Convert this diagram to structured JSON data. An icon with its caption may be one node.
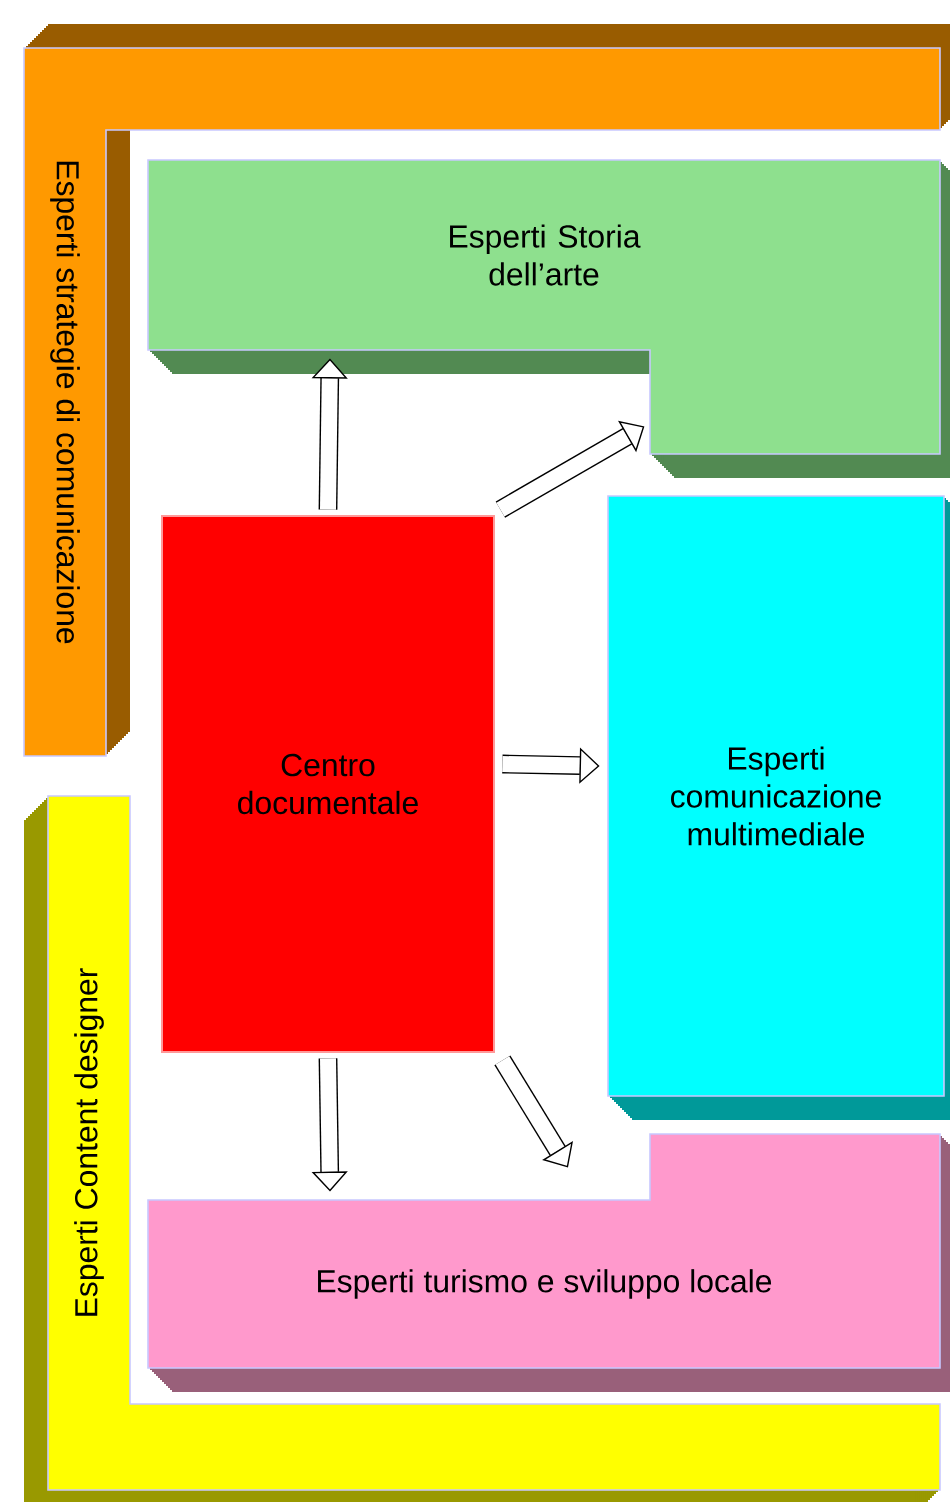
{
  "diagram": {
    "nodes": [
      {
        "text": [
          "Esperti strategie di comunicazione"
        ]
      },
      {
        "text": [
          "Esperti Storia dell’arte"
        ]
      },
      {
        "text": [
          "Centro documentale"
        ]
      },
      {
        "text": [
          "Esperti comunicazione multimediale"
        ]
      },
      {
        "text": [
          "Esperti turismo e sviluppo locale"
        ]
      },
      {
        "text": [
          "Esperti Content designer"
        ]
      }
    ],
    "edges": [
      {
        "from": 2,
        "to": 1,
        "arrow": "to"
      },
      {
        "from": 2,
        "to": 1,
        "arrow": "to"
      },
      {
        "from": 2,
        "to": 3,
        "arrow": "to"
      },
      {
        "from": 2,
        "to": 4,
        "arrow": "to"
      },
      {
        "from": 2,
        "to": 4,
        "arrow": "to"
      }
    ]
  }
}
